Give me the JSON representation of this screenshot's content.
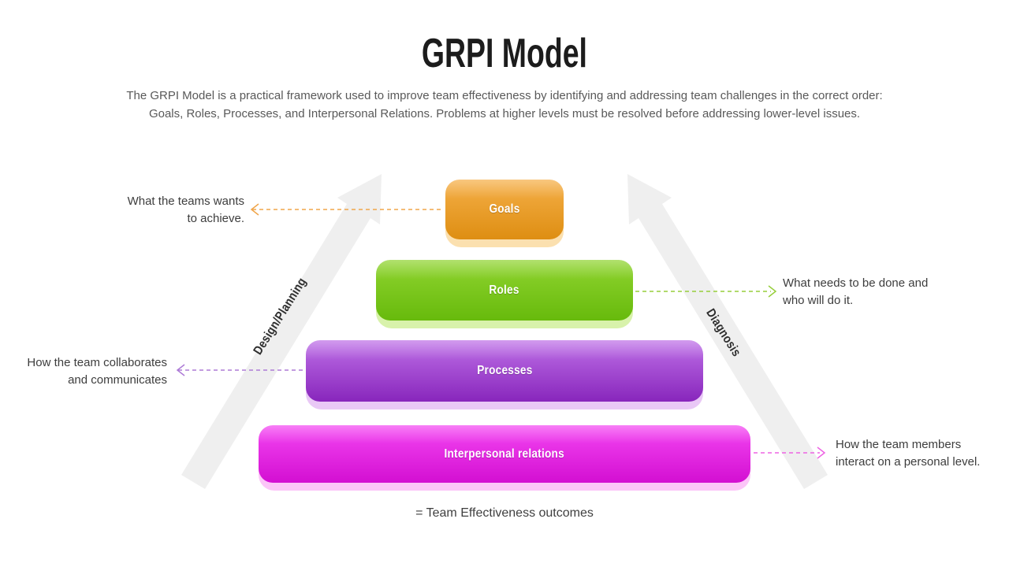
{
  "title": "GRPI Model",
  "subtitle": {
    "line1": "The GRPI Model is a practical framework used to improve team effectiveness by identifying and addressing team challenges in the correct order:",
    "line2": "Goals, Roles, Processes, and Interpersonal Relations. Problems at higher levels must be resolved before addressing lower-level issues."
  },
  "arrows": {
    "fill": "#EFEFEF",
    "left_label": "Design/Planning",
    "right_label": "Diagnosis"
  },
  "levels": [
    {
      "label": "Goals",
      "color_top": "#F5AF48",
      "color_bottom": "#DE8E12",
      "underlay_color": "#FBE0AF",
      "connector_color": "#F0A54A",
      "note_side": "left",
      "note_line1": "What the teams wants",
      "note_line2": "to achieve."
    },
    {
      "label": "Roles",
      "color_top": "#90D430",
      "color_bottom": "#67BA0C",
      "underlay_color": "#D8F2AB",
      "connector_color": "#97CE3C",
      "note_side": "right",
      "note_line1": "What needs to be done and",
      "note_line2": "who will do it."
    },
    {
      "label": "Processes",
      "color_top": "#BE70E7",
      "color_bottom": "#8826BC",
      "underlay_color": "#E9C8F6",
      "connector_color": "#AD7BD6",
      "note_side": "left",
      "note_line1": "How the team collaborates",
      "note_line2": "and communicates"
    },
    {
      "label": "Interpersonal relations",
      "color_top": "#F446F2",
      "color_bottom": "#D30FD2",
      "underlay_color": "#FCC5F8",
      "connector_color": "#EE63E3",
      "note_side": "right",
      "note_line1": "How the team members",
      "note_line2": "interact on a personal level."
    }
  ],
  "footer_note": "= Team Effectiveness outcomes"
}
